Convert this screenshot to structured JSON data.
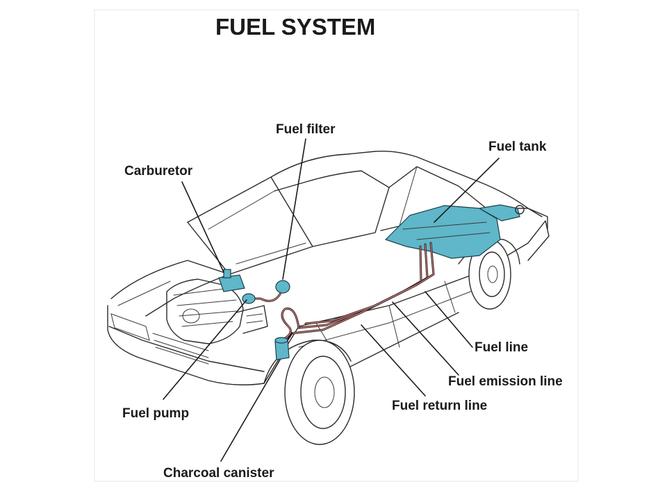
{
  "title": "FUEL SYSTEM",
  "labels": {
    "fuel_filter": "Fuel filter",
    "fuel_tank": "Fuel tank",
    "carburetor": "Carburetor",
    "fuel_line": "Fuel line",
    "fuel_emission_line": "Fuel emission line",
    "fuel_return_line": "Fuel return line",
    "fuel_pump": "Fuel pump",
    "charcoal_canister": "Charcoal canister"
  },
  "colors": {
    "fuel_component": "#5fb7c9",
    "fuel_line": "#3a1515",
    "outline": "#2a2a2a",
    "text": "#1a1a1a"
  }
}
